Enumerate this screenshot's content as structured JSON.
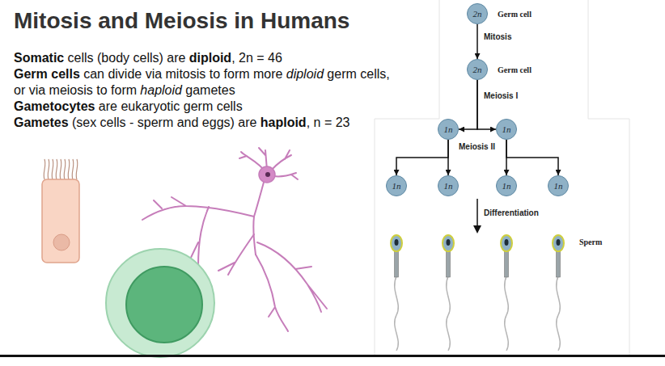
{
  "diagram": {
    "title": "Mitosis and Meiosis in Humans",
    "nodes": [
      {
        "text": [
          "2n",
          "Germ cell"
        ]
      },
      {
        "text": [
          "2n",
          "Germ cell"
        ]
      },
      {
        "text": [
          "1n"
        ]
      },
      {
        "text": [
          "1n"
        ]
      },
      {
        "text": [
          "1n"
        ]
      },
      {
        "text": [
          "1n"
        ]
      },
      {
        "text": [
          "1n"
        ]
      },
      {
        "text": [
          "1n"
        ]
      }
    ],
    "edges": [
      {
        "from": 0,
        "to": 1,
        "arrow": "to",
        "label": "Mitosis"
      },
      {
        "from": 1,
        "to": 2,
        "arrow": "to",
        "label": "Meiosis I"
      },
      {
        "from": 1,
        "to": 3,
        "arrow": "to"
      },
      {
        "from": 2,
        "to": 4,
        "arrow": "to",
        "label": "Meiosis II"
      },
      {
        "from": 2,
        "to": 5,
        "arrow": "to"
      },
      {
        "from": 3,
        "to": 6,
        "arrow": "to"
      },
      {
        "from": 3,
        "to": 7,
        "arrow": "to"
      }
    ],
    "labels": [
      "Somatic",
      "cells (body cells) are",
      "diploid",
      ", 2n = 46",
      "Germ cells",
      "can divide via mitosis to form more",
      "diploid",
      "germ cells, or via meiosis to form",
      "haploid",
      "gametes",
      "Gametocytes",
      "are eukaryotic germ cells",
      "Gametes",
      "(sex cells - sperm and eggs) are",
      "haploid",
      ", n = 23",
      "Differentiation",
      "Sperm"
    ]
  }
}
